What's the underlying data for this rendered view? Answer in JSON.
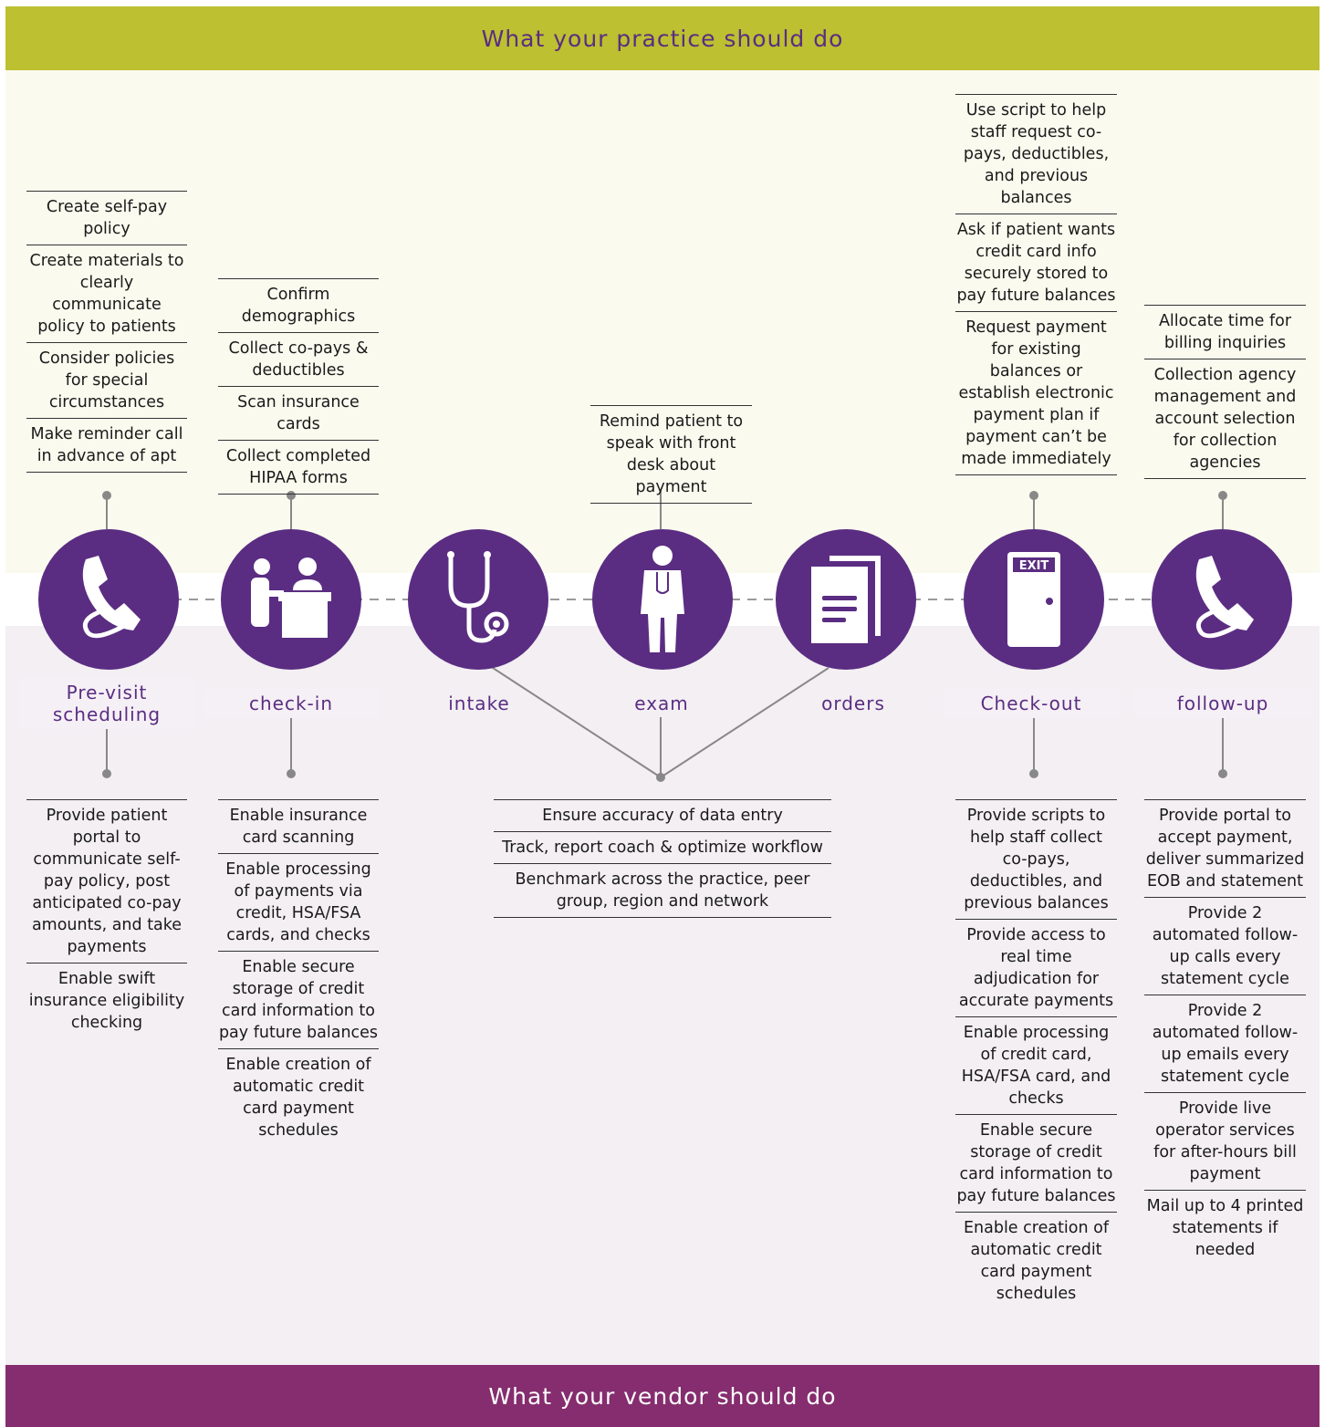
{
  "header": {
    "title": "What your practice should do"
  },
  "footer": {
    "title": "What your vendor should do"
  },
  "stages": [
    {
      "label": "Pre-visit scheduling",
      "icon": "phone-icon"
    },
    {
      "label": "check-in",
      "icon": "reception-desk-icon"
    },
    {
      "label": "intake",
      "icon": "stethoscope-icon"
    },
    {
      "label": "exam",
      "icon": "doctor-icon"
    },
    {
      "label": "orders",
      "icon": "documents-icon"
    },
    {
      "label": "Check-out",
      "icon": "exit-door-icon"
    },
    {
      "label": "follow-up",
      "icon": "phone-icon"
    }
  ],
  "practice": {
    "pre_visit": [
      "Create self-pay policy",
      "Create materials to clearly communicate policy to patients",
      "Consider policies for special circumstances",
      "Make reminder call in advance of apt"
    ],
    "check_in": [
      "Confirm demographics",
      "Collect co-pays & deductibles",
      "Scan insurance cards",
      "Collect completed HIPAA forms"
    ],
    "exam": [
      "Remind patient to speak with front desk about payment"
    ],
    "check_out": [
      "Use script to help staff request co-pays, deductibles, and previous balances",
      "Ask if patient wants credit card info securely stored to pay future balances",
      "Request payment for existing balances or establish electronic payment plan if payment can’t be made immediately"
    ],
    "follow_up": [
      "Allocate time for billing inquiries",
      "Collection agency management and account selection for collection agencies"
    ]
  },
  "vendor": {
    "pre_visit": [
      "Provide patient portal to communicate self-pay policy, post anticipated co-pay amounts, and take payments",
      "Enable swift insurance eligibility checking"
    ],
    "check_in": [
      "Enable insurance card scanning",
      "Enable processing of payments via credit, HSA/FSA cards, and checks",
      "Enable secure storage of credit card information to pay future balances",
      "Enable creation of automatic credit card payment schedules"
    ],
    "middle": [
      "Ensure accuracy of data entry",
      "Track, report coach & optimize workflow",
      "Benchmark across the practice, peer group, region and network"
    ],
    "check_out": [
      "Provide scripts to help staff collect co-pays, deductibles, and previous balances",
      "Provide access to real time adjudication for accurate payments",
      "Enable processing of credit card, HSA/FSA card, and checks",
      "Enable secure storage of credit card information to pay future balances",
      "Enable creation of automatic credit card payment schedules"
    ],
    "follow_up": [
      "Provide portal to accept payment, deliver summarized EOB and statement",
      "Provide 2 automated follow-up calls every statement cycle",
      "Provide 2 automated follow-up emails every statement cycle",
      "Provide live operator services for after-hours bill payment",
      "Mail up to 4 printed statements if needed"
    ]
  },
  "colors": {
    "header_band": "#bcc031",
    "footer_band": "#852d6e",
    "circle": "#5a2d82"
  }
}
